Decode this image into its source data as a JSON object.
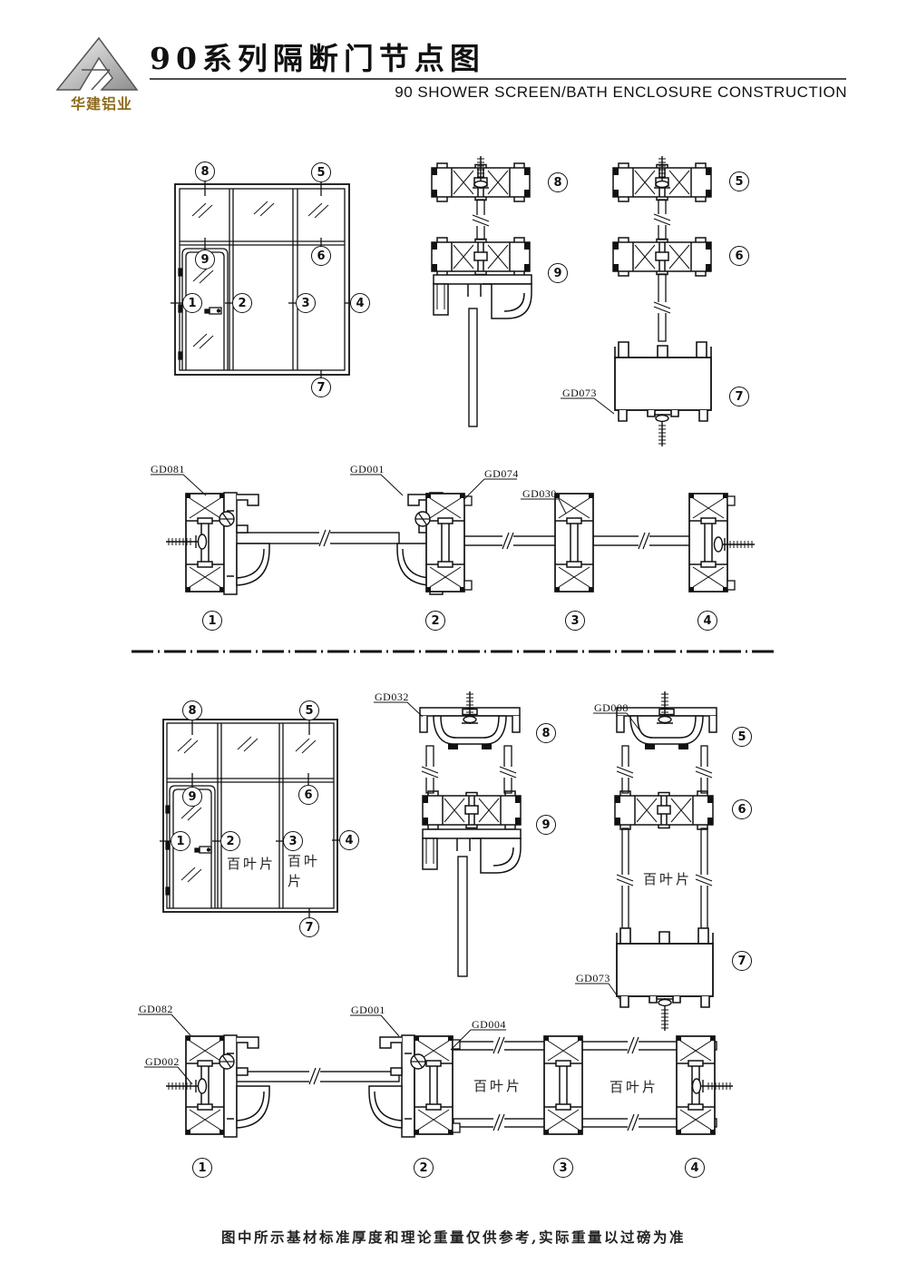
{
  "header": {
    "company_name": "华建铝业",
    "logo_icon": "hj-triangle-logo",
    "logo_color": "#8f6b1e",
    "title_cn": "90系列隔断门节点图",
    "title_en": "90 SHOWER SCREEN/BATH ENCLOSURE  CONSTRUCTION"
  },
  "callouts": {
    "c1": "1",
    "c2": "2",
    "c3": "3",
    "c4": "4",
    "c5": "5",
    "c6": "6",
    "c7": "7",
    "c8": "8",
    "c9": "9"
  },
  "parts": {
    "gd001": "GD001",
    "gd002": "GD002",
    "gd004": "GD004",
    "gd008": "GD008",
    "gd030": "GD030",
    "gd032": "GD032",
    "gd073": "GD073",
    "gd074": "GD074",
    "gd081": "GD081",
    "gd082": "GD082"
  },
  "annotations": {
    "louver": "百叶片",
    "louver_l1": "百叶",
    "louver_l2": "片"
  },
  "footer": {
    "note": "图中所示基材标准厚度和理论重量仅供参考,实际重量以过磅为准"
  }
}
